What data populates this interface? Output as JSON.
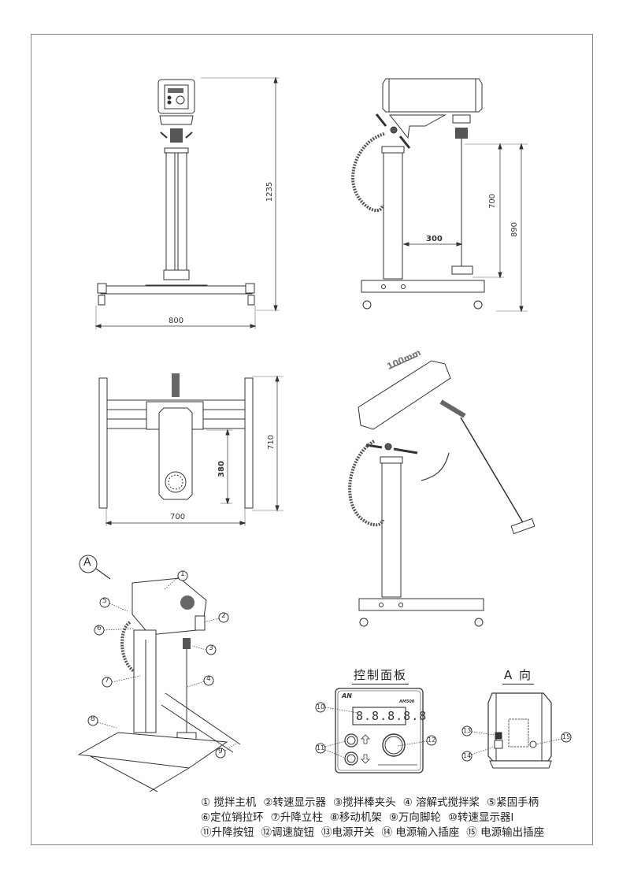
{
  "front_view": {
    "height_dim": "1235",
    "width_dim": "800"
  },
  "side_view": {
    "offset_dim": "300",
    "shaft_dim": "700",
    "total_dim": "890"
  },
  "top_view": {
    "depth_dim": "710",
    "width_dim": "700",
    "offset_dim": "380"
  },
  "tilt_view": {
    "slide_label": "100mm"
  },
  "iso_view": {
    "view_marker": "A",
    "callouts": [
      "1",
      "2",
      "3",
      "4",
      "5",
      "6",
      "7",
      "8",
      "9"
    ]
  },
  "control_panel": {
    "title": "控制面板",
    "brand": "AN",
    "model": "AM500",
    "display": "8.8.8.8.8",
    "callouts": [
      "10",
      "11",
      "12"
    ]
  },
  "rear_view": {
    "title": "A 向",
    "callouts": [
      "13",
      "14",
      "15"
    ]
  },
  "legend": {
    "rows": [
      [
        "① 搅拌主机",
        "②转速显示器",
        "③搅拌棒夹头",
        "④ 溶解式搅拌桨",
        "⑤紧固手柄"
      ],
      [
        "⑥定位销拉环",
        "⑦升降立柱",
        "⑧移动机架",
        "⑨万向脚轮",
        "⑩转速显示器l"
      ],
      [
        "⑪升降按钮",
        "⑫调速旋钮",
        "⑬电源开关",
        "⑭ 电源输入插座",
        "⑮ 电源输出插座"
      ]
    ]
  }
}
